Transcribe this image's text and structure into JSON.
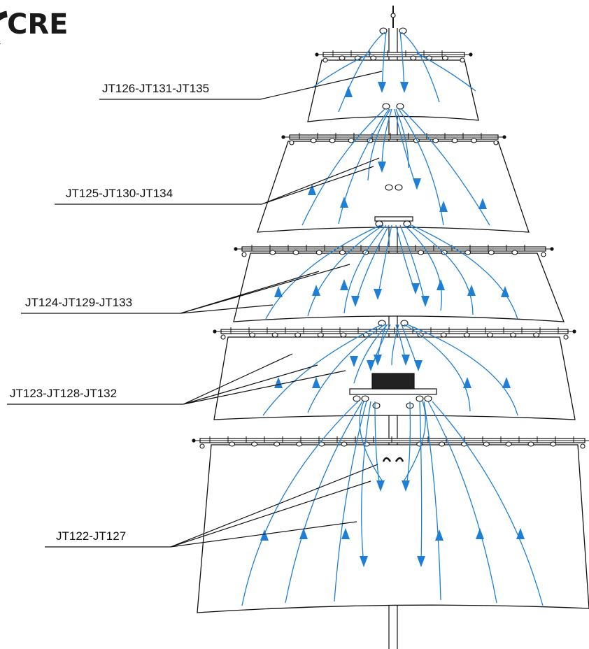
{
  "logo": {
    "text": "CRE"
  },
  "labels": [
    "JT126-JT131-JT135",
    "JT125-JT130-JT134",
    "JT124-JT129-JT133",
    "JT123-JT128-JT132",
    "JT122-JT127"
  ],
  "colors": {
    "ink": "#111111",
    "rope": "#1f7fd6"
  }
}
